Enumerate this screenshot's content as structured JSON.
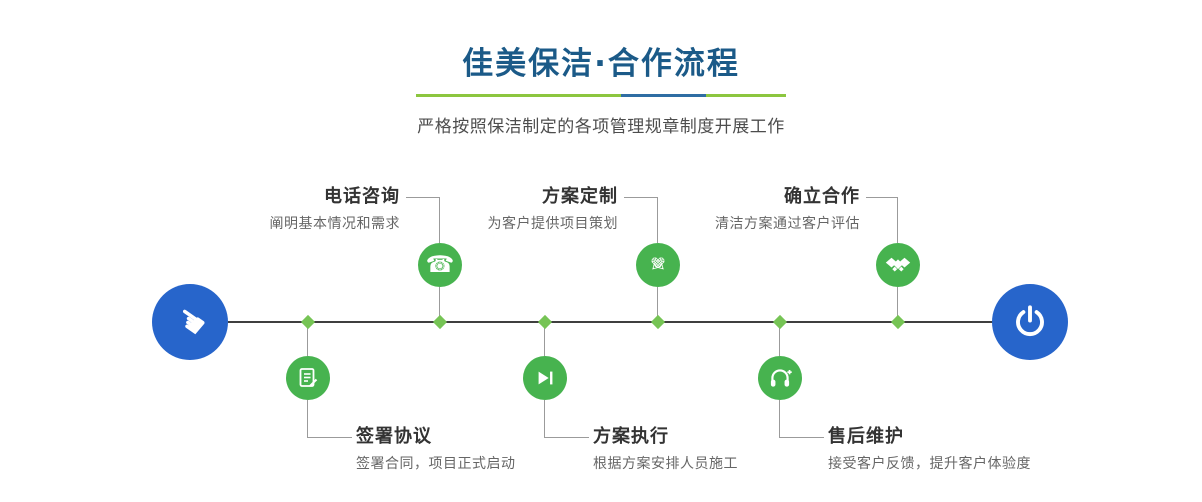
{
  "header": {
    "title": "佳美保洁·合作流程",
    "subtitle": "严格按照保洁制定的各项管理规章制度开展工作"
  },
  "steps": {
    "top": [
      {
        "title": "电话咨询",
        "desc": "阐明基本情况和需求",
        "icon": "phone-icon"
      },
      {
        "title": "方案定制",
        "desc": "为客户提供项目策划",
        "icon": "design-pencil-icon"
      },
      {
        "title": "确立合作",
        "desc": "清洁方案通过客户评估",
        "icon": "handshake-icon"
      }
    ],
    "bottom": [
      {
        "title": "签署协议",
        "desc": "签署合同，项目正式启动",
        "icon": "contract-icon"
      },
      {
        "title": "方案执行",
        "desc": "根据方案安排人员施工",
        "icon": "play-forward-icon"
      },
      {
        "title": "售后维护",
        "desc": "接受客户反馈，提升客户体验度",
        "icon": "headset-icon"
      }
    ]
  },
  "endpoints": {
    "start_icon": "pointer-hand-icon",
    "end_icon": "power-icon"
  },
  "icon_glyphs": {
    "hand": "☚",
    "phone": "☎",
    "pencil": "✎"
  },
  "colors": {
    "title_blue": "#1b5a88",
    "accent_green": "#8cc63f",
    "accent_blue_segment": "#2f6da3",
    "node_green": "#47b34f",
    "diamond_green": "#76c455",
    "endpoint_blue": "#2765cb",
    "line_dark": "#3f3f3f",
    "connector_gray": "#9b9b9b",
    "step_title_color": "#333333",
    "step_desc_color": "#666666"
  }
}
